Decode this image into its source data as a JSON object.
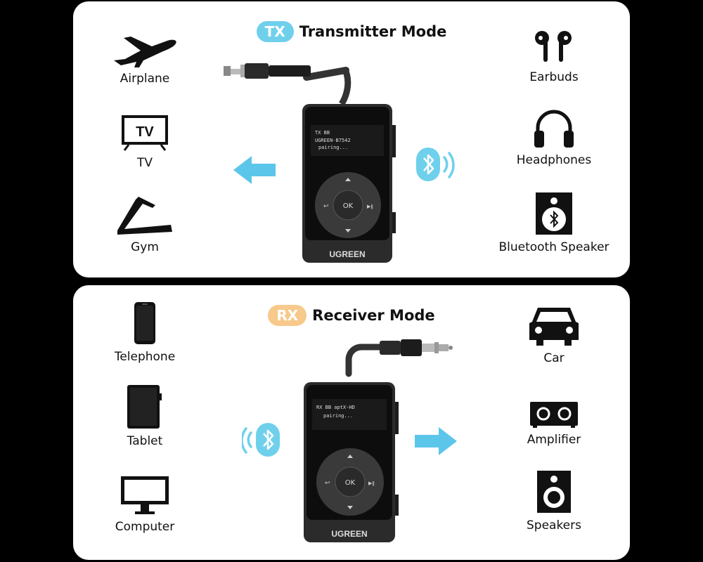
{
  "transmitter": {
    "badge": "TX",
    "title": "Transmitter Mode",
    "left_devices": [
      {
        "label": "Airplane",
        "icon": "airplane-icon"
      },
      {
        "label": "TV",
        "icon": "tv-icon",
        "icon_text": "TV"
      },
      {
        "label": "Gym",
        "icon": "treadmill-icon"
      }
    ],
    "right_devices": [
      {
        "label": "Earbuds",
        "icon": "earbuds-icon"
      },
      {
        "label": "Headphones",
        "icon": "headphones-icon"
      },
      {
        "label": "Bluetooth Speaker",
        "icon": "bluetooth-speaker-icon"
      }
    ],
    "screen_line1": "TX  BB            ",
    "screen_line2": "UGREEN-B7542",
    "screen_line3": "pairing...",
    "ok_label": "OK",
    "brand": "UGREEN"
  },
  "receiver": {
    "badge": "RX",
    "title": "Receiver Mode",
    "left_devices": [
      {
        "label": "Telephone",
        "icon": "telephone-icon"
      },
      {
        "label": "Tablet",
        "icon": "tablet-icon"
      },
      {
        "label": "Computer",
        "icon": "computer-icon"
      }
    ],
    "right_devices": [
      {
        "label": "Car",
        "icon": "car-icon"
      },
      {
        "label": "Amplifier",
        "icon": "amplifier-icon"
      },
      {
        "label": "Speakers",
        "icon": "speakers-icon"
      }
    ],
    "screen_line1": "RX  BB  aptX-HD",
    "screen_line2": "pairing...",
    "ok_label": "OK",
    "brand": "UGREEN"
  },
  "colors": {
    "tx_accent": "#6fd0ec",
    "rx_accent": "#f7c98a",
    "arrow": "#5cc6ea"
  }
}
